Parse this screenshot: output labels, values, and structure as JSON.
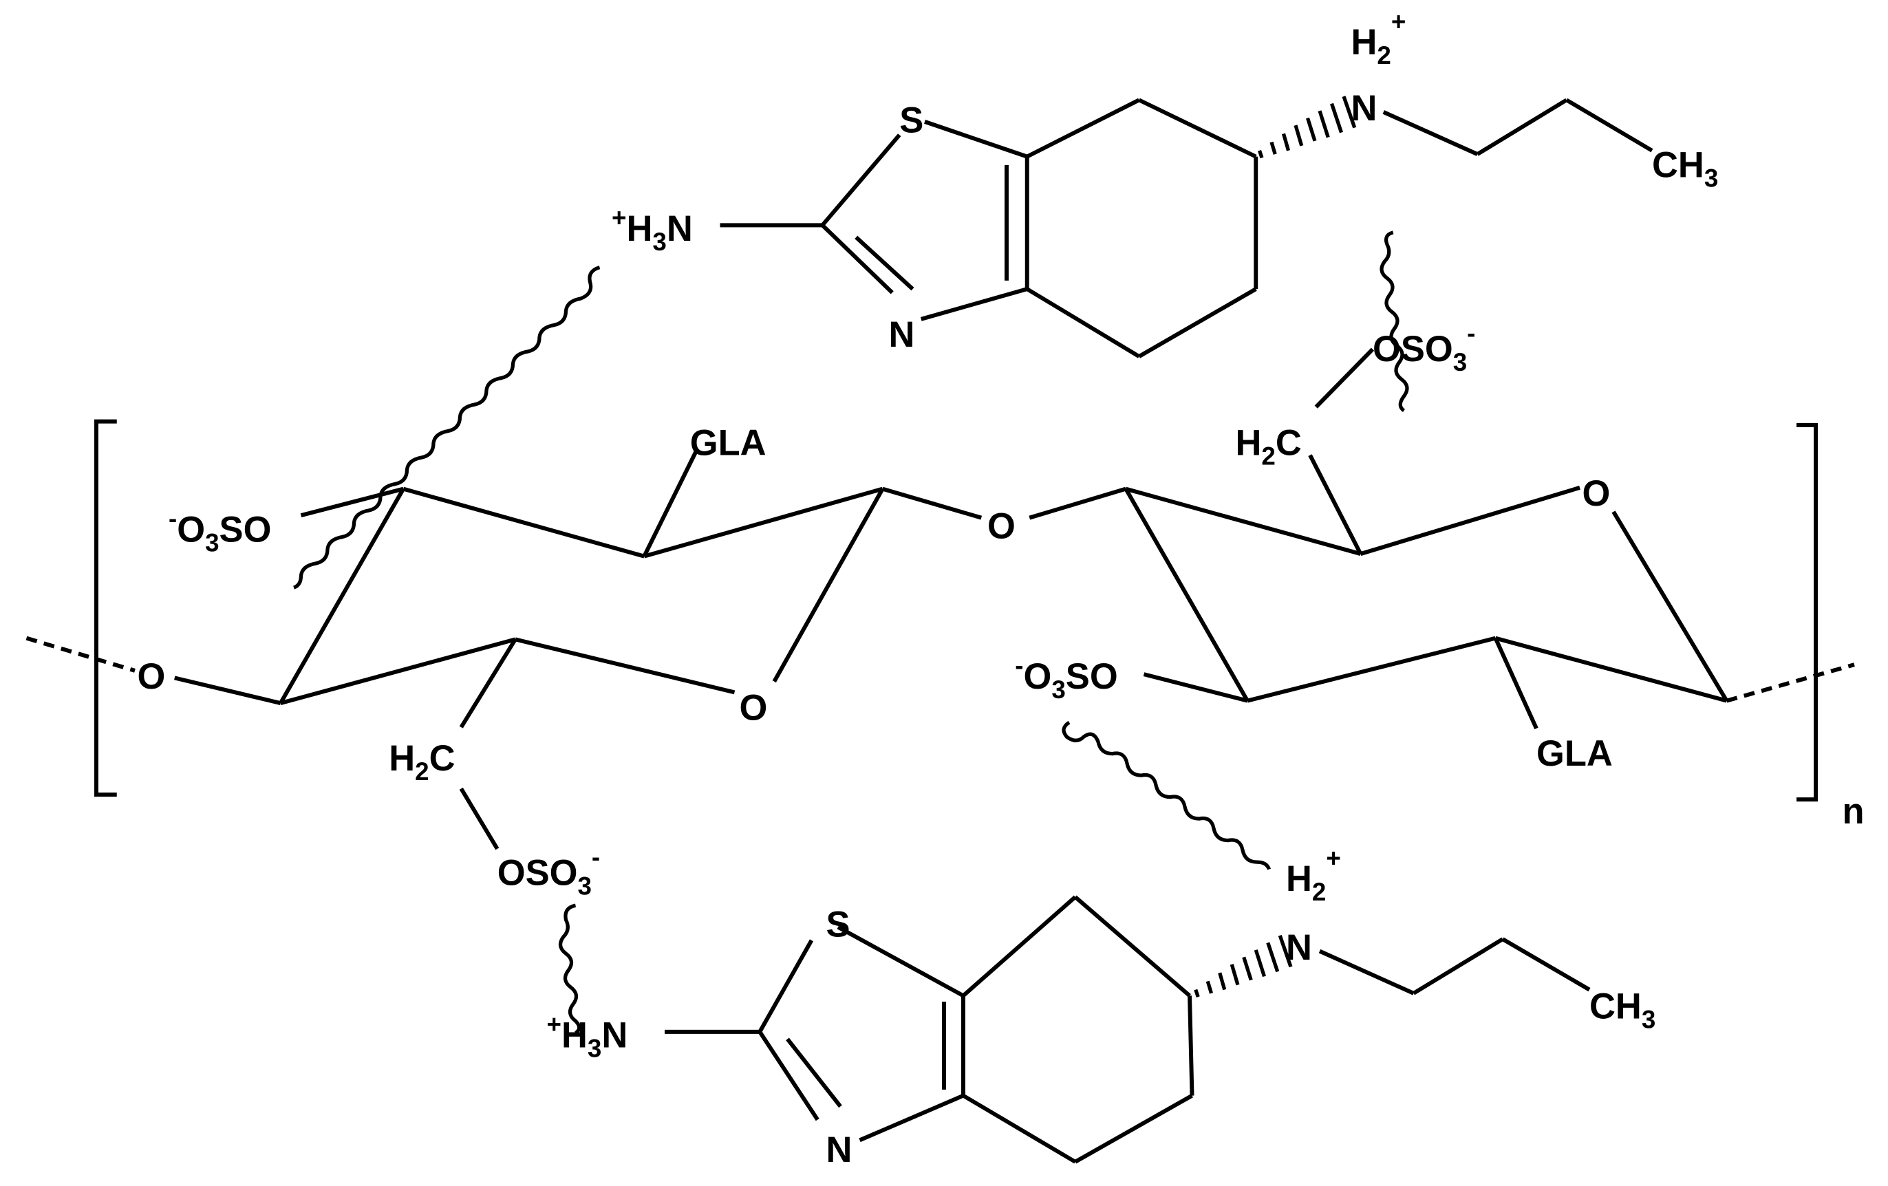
{
  "diagram": {
    "type": "chemical-structure",
    "description": "Pramipexole-dicationic ions electrostatically bound to sulfated polysaccharide repeat unit",
    "colors": {
      "ink": "#000000",
      "background": "#ffffff"
    },
    "labels": {
      "top_amine": {
        "charge": "+",
        "main": "H",
        "sub": "3",
        "tail": "N"
      },
      "top_thiazole_S": "S",
      "top_thiazole_N": "N",
      "top_ammonium_H": {
        "main": "H",
        "sub": "2",
        "charge": "+"
      },
      "top_ammonium_N": "N",
      "top_methyl": {
        "main": "CH",
        "sub": "3"
      },
      "top_right_sulfate": {
        "main": "OSO",
        "sub": "3",
        "charge": "-"
      },
      "right_ch2": {
        "main": "H",
        "sub": "2",
        "tail": "C"
      },
      "left_gla": "GLA",
      "left_sulfate": {
        "charge": "-",
        "main": "O",
        "sub": "3",
        "tail": "SO"
      },
      "glycosidic_O": "O",
      "left_ring_O": "O",
      "left_chain_O": "O",
      "right_ring_O": "O",
      "right_sulfate": {
        "charge": "-",
        "main": "O",
        "sub": "3",
        "tail": "SO"
      },
      "right_gla": "GLA",
      "left_ch2": {
        "main": "H",
        "sub": "2",
        "tail": "C"
      },
      "bottom_left_sulfate": {
        "main": "OSO",
        "sub": "3",
        "charge": "-"
      },
      "bottom_amine": {
        "charge": "+",
        "main": "H",
        "sub": "3",
        "tail": "N"
      },
      "bottom_thiazole_S": "S",
      "bottom_thiazole_N": "N",
      "bottom_ammonium_H": {
        "main": "H",
        "sub": "2",
        "charge": "+"
      },
      "bottom_ammonium_N": "N",
      "bottom_methyl": {
        "main": "CH",
        "sub": "3"
      },
      "repeat_index": "n"
    }
  }
}
